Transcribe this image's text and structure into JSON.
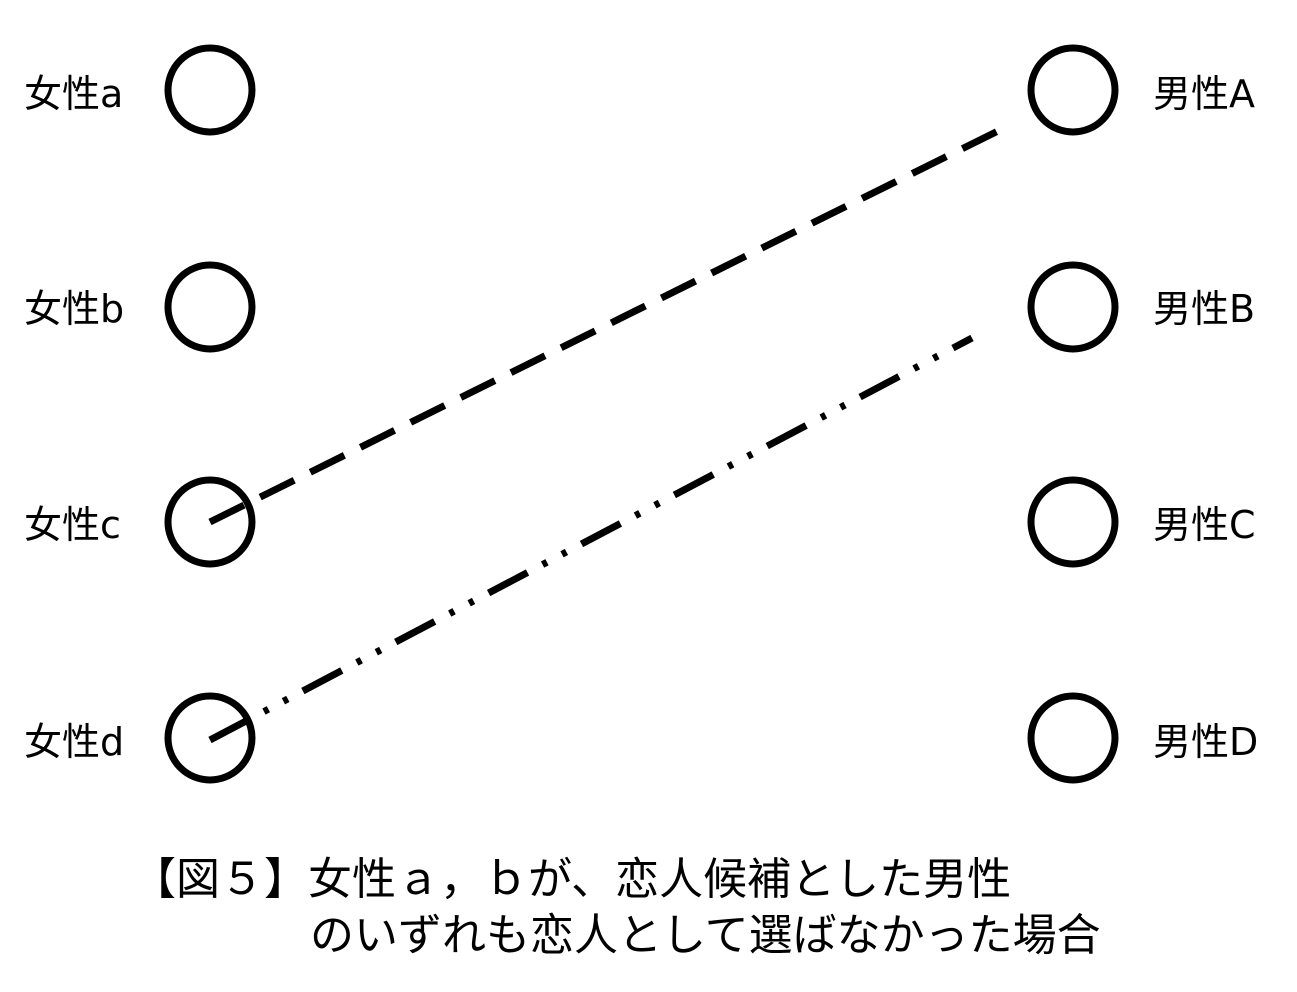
{
  "women": [
    {
      "label": "女性a"
    },
    {
      "label": "女性b"
    },
    {
      "label": "女性c"
    },
    {
      "label": "女性d"
    }
  ],
  "men": [
    {
      "label": "男性A"
    },
    {
      "label": "男性B"
    },
    {
      "label": "男性C"
    },
    {
      "label": "男性D"
    }
  ],
  "connections": [
    {
      "from": "女性c",
      "to": "男性A",
      "style": "dashed"
    },
    {
      "from": "女性d",
      "to": "男性B",
      "style": "dash-dot-dot"
    }
  ],
  "caption": {
    "line1": "【図５】女性ａ，ｂが、恋人候補とした男性",
    "line2": "のいずれも恋人として選ばなかった場合"
  },
  "colors": {
    "stroke": "#000000",
    "background": "#ffffff"
  }
}
